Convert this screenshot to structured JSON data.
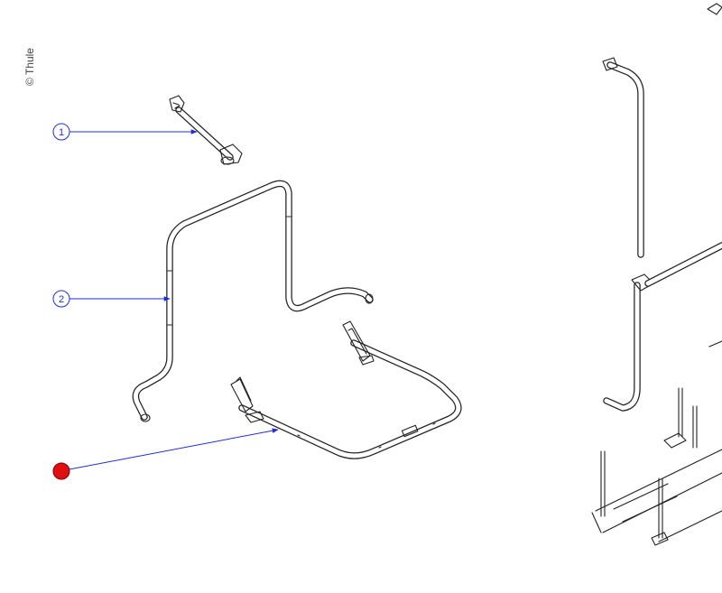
{
  "copyright": "© Thule",
  "callouts": [
    {
      "label": "1",
      "state": "default"
    },
    {
      "label": "2",
      "state": "default"
    },
    {
      "label": "",
      "state": "active"
    }
  ],
  "colors": {
    "leader": "#1f2fd6",
    "active": "#e01010",
    "outline": "#222222"
  }
}
